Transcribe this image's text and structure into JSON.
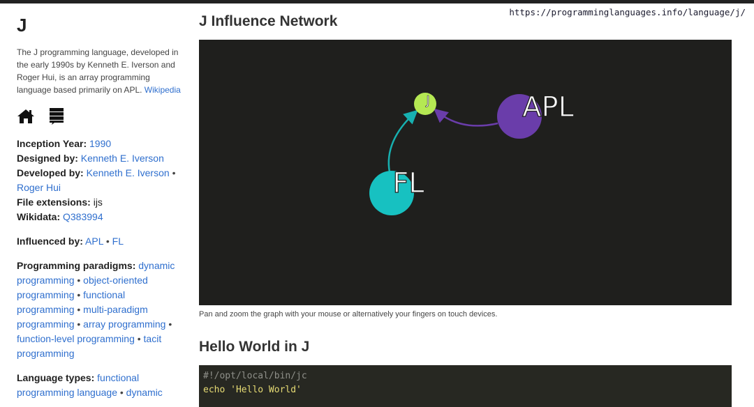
{
  "browser": {
    "url": "https://programminglanguages.info/language/j/"
  },
  "sidebar": {
    "title": "J",
    "description": "The J programming language, developed in the early 1990s by Kenneth E. Iverson and Roger Hui, is an array programming language based primarily on APL.",
    "description_link": "Wikipedia",
    "icons": [
      "home-icon",
      "document-stack-icon"
    ],
    "facts": {
      "inception_label": "Inception Year:",
      "inception_value": "1990",
      "designed_label": "Designed by:",
      "designed_value": "Kenneth E. Iverson",
      "developed_label": "Developed by:",
      "developed_values": [
        "Kenneth E. Iverson",
        "Roger Hui"
      ],
      "extensions_label": "File extensions:",
      "extensions_value": "ijs",
      "wikidata_label": "Wikidata:",
      "wikidata_value": "Q383994"
    },
    "influenced_by": {
      "label": "Influenced by:",
      "items": [
        "APL",
        "FL"
      ]
    },
    "paradigms": {
      "label": "Programming paradigms:",
      "items": [
        "dynamic programming",
        "object-oriented programming",
        "functional programming",
        "multi-paradigm programming",
        "array programming",
        "function-level programming",
        "tacit programming"
      ]
    },
    "types": {
      "label": "Language types:",
      "items": [
        "functional programming language",
        "dynamic"
      ]
    },
    "separator": "•"
  },
  "main": {
    "network_heading": "J Influence Network",
    "graph": {
      "nodes": [
        {
          "id": "J",
          "label": "J",
          "color": "#b5e853"
        },
        {
          "id": "APL",
          "label": "APL",
          "color": "#6a3daa"
        },
        {
          "id": "FL",
          "label": "FL",
          "color": "#17c1c1"
        }
      ],
      "edges": [
        {
          "from": "APL",
          "to": "J",
          "color": "#6a3daa"
        },
        {
          "from": "FL",
          "to": "J",
          "color": "#17b0b0"
        }
      ]
    },
    "graph_caption": "Pan and zoom the graph with your mouse or alternatively your fingers on touch devices.",
    "hello_heading": "Hello World in J",
    "code_lines": [
      "#!/opt/local/bin/jc",
      "echo 'Hello World'"
    ]
  }
}
